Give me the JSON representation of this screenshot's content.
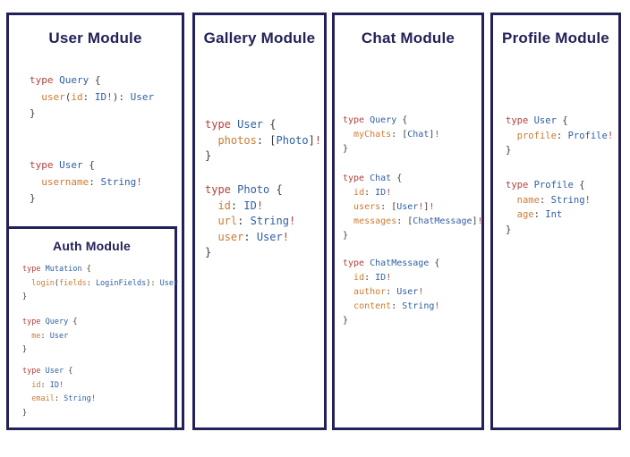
{
  "palette": {
    "navy_border_and_titles": "#222158",
    "keyword_red": "#b4403d",
    "type_blue": "#2e5fa3",
    "field_orange": "#cd7b32",
    "punctuation_dark": "#3d3d3d",
    "background": "#ffffff"
  },
  "modules": [
    {
      "title": "User Module",
      "blocks": [
        {
          "lines": [
            [
              [
                "kw",
                "type "
              ],
              [
                "ty",
                "Query "
              ],
              [
                "pn",
                "{"
              ]
            ],
            [
              [
                "pn",
                "  "
              ],
              [
                "fd",
                "user"
              ],
              [
                "pn",
                "("
              ],
              [
                "fd",
                "id"
              ],
              [
                "pn",
                ": "
              ],
              [
                "ty",
                "ID"
              ],
              [
                "bg",
                "!"
              ],
              [
                "pn",
                "): "
              ],
              [
                "ty",
                "User"
              ]
            ],
            [
              [
                "pn",
                "}"
              ]
            ]
          ]
        },
        {
          "lines": [
            [
              [
                "kw",
                "type "
              ],
              [
                "ty",
                "User "
              ],
              [
                "pn",
                "{"
              ]
            ],
            [
              [
                "pn",
                "  "
              ],
              [
                "fd",
                "username"
              ],
              [
                "pn",
                ": "
              ],
              [
                "ty",
                "String"
              ],
              [
                "bg",
                "!"
              ]
            ],
            [
              [
                "pn",
                "}"
              ]
            ]
          ]
        }
      ]
    },
    {
      "title": "Auth Module",
      "blocks": [
        {
          "lines": [
            [
              [
                "kw",
                "type "
              ],
              [
                "ty",
                "Mutation "
              ],
              [
                "pn",
                "{"
              ]
            ],
            [
              [
                "pn",
                "  "
              ],
              [
                "fd",
                "login"
              ],
              [
                "pn",
                "("
              ],
              [
                "fd",
                "fields"
              ],
              [
                "pn",
                ": "
              ],
              [
                "ty",
                "LoginFields"
              ],
              [
                "pn",
                "): "
              ],
              [
                "ty",
                "User"
              ]
            ],
            [
              [
                "pn",
                "}"
              ]
            ]
          ]
        },
        {
          "lines": [
            [
              [
                "kw",
                "type "
              ],
              [
                "ty",
                "Query "
              ],
              [
                "pn",
                "{"
              ]
            ],
            [
              [
                "pn",
                "  "
              ],
              [
                "fd",
                "me"
              ],
              [
                "pn",
                ": "
              ],
              [
                "ty",
                "User"
              ]
            ],
            [
              [
                "pn",
                "}"
              ]
            ]
          ]
        },
        {
          "lines": [
            [
              [
                "kw",
                "type "
              ],
              [
                "ty",
                "User "
              ],
              [
                "pn",
                "{"
              ]
            ],
            [
              [
                "pn",
                "  "
              ],
              [
                "fd",
                "id"
              ],
              [
                "pn",
                ": "
              ],
              [
                "ty",
                "ID"
              ],
              [
                "bg",
                "!"
              ]
            ],
            [
              [
                "pn",
                "  "
              ],
              [
                "fd",
                "email"
              ],
              [
                "pn",
                ": "
              ],
              [
                "ty",
                "String"
              ],
              [
                "bg",
                "!"
              ]
            ],
            [
              [
                "pn",
                "}"
              ]
            ]
          ]
        }
      ]
    },
    {
      "title": "Gallery Module",
      "blocks": [
        {
          "lines": [
            [
              [
                "kw",
                "type "
              ],
              [
                "ty",
                "User "
              ],
              [
                "pn",
                "{"
              ]
            ],
            [
              [
                "pn",
                "  "
              ],
              [
                "fd",
                "photos"
              ],
              [
                "pn",
                ": ["
              ],
              [
                "ty",
                "Photo"
              ],
              [
                "pn",
                "]"
              ],
              [
                "bg",
                "!"
              ]
            ],
            [
              [
                "pn",
                "}"
              ]
            ]
          ]
        },
        {
          "lines": [
            [
              [
                "kw",
                "type "
              ],
              [
                "ty",
                "Photo "
              ],
              [
                "pn",
                "{"
              ]
            ],
            [
              [
                "pn",
                "  "
              ],
              [
                "fd",
                "id"
              ],
              [
                "pn",
                ": "
              ],
              [
                "ty",
                "ID"
              ],
              [
                "bg",
                "!"
              ]
            ],
            [
              [
                "pn",
                "  "
              ],
              [
                "fd",
                "url"
              ],
              [
                "pn",
                ": "
              ],
              [
                "ty",
                "String"
              ],
              [
                "bg",
                "!"
              ]
            ],
            [
              [
                "pn",
                "  "
              ],
              [
                "fd",
                "user"
              ],
              [
                "pn",
                ": "
              ],
              [
                "ty",
                "User"
              ],
              [
                "bg",
                "!"
              ]
            ],
            [
              [
                "pn",
                "}"
              ]
            ]
          ]
        }
      ]
    },
    {
      "title": "Chat Module",
      "blocks": [
        {
          "lines": [
            [
              [
                "kw",
                "type "
              ],
              [
                "ty",
                "Query "
              ],
              [
                "pn",
                "{"
              ]
            ],
            [
              [
                "pn",
                "  "
              ],
              [
                "fd",
                "myChats"
              ],
              [
                "pn",
                ": ["
              ],
              [
                "ty",
                "Chat"
              ],
              [
                "pn",
                "]"
              ],
              [
                "bg",
                "!"
              ]
            ],
            [
              [
                "pn",
                "}"
              ]
            ]
          ]
        },
        {
          "lines": [
            [
              [
                "kw",
                "type "
              ],
              [
                "ty",
                "Chat "
              ],
              [
                "pn",
                "{"
              ]
            ],
            [
              [
                "pn",
                "  "
              ],
              [
                "fd",
                "id"
              ],
              [
                "pn",
                ": "
              ],
              [
                "ty",
                "ID"
              ],
              [
                "bg",
                "!"
              ]
            ],
            [
              [
                "pn",
                "  "
              ],
              [
                "fd",
                "users"
              ],
              [
                "pn",
                ": ["
              ],
              [
                "ty",
                "User"
              ],
              [
                "bg",
                "!"
              ],
              [
                "pn",
                "]"
              ],
              [
                "bg",
                "!"
              ]
            ],
            [
              [
                "pn",
                "  "
              ],
              [
                "fd",
                "messages"
              ],
              [
                "pn",
                ": ["
              ],
              [
                "ty",
                "ChatMessage"
              ],
              [
                "pn",
                "]"
              ],
              [
                "bg",
                "!"
              ]
            ],
            [
              [
                "pn",
                "}"
              ]
            ]
          ]
        },
        {
          "lines": [
            [
              [
                "kw",
                "type "
              ],
              [
                "ty",
                "ChatMessage "
              ],
              [
                "pn",
                "{"
              ]
            ],
            [
              [
                "pn",
                "  "
              ],
              [
                "fd",
                "id"
              ],
              [
                "pn",
                ": "
              ],
              [
                "ty",
                "ID"
              ],
              [
                "bg",
                "!"
              ]
            ],
            [
              [
                "pn",
                "  "
              ],
              [
                "fd",
                "author"
              ],
              [
                "pn",
                ": "
              ],
              [
                "ty",
                "User"
              ],
              [
                "bg",
                "!"
              ]
            ],
            [
              [
                "pn",
                "  "
              ],
              [
                "fd",
                "content"
              ],
              [
                "pn",
                ": "
              ],
              [
                "ty",
                "String"
              ],
              [
                "bg",
                "!"
              ]
            ],
            [
              [
                "pn",
                "}"
              ]
            ]
          ]
        }
      ]
    },
    {
      "title": "Profile Module",
      "blocks": [
        {
          "lines": [
            [
              [
                "kw",
                "type "
              ],
              [
                "ty",
                "User "
              ],
              [
                "pn",
                "{"
              ]
            ],
            [
              [
                "pn",
                "  "
              ],
              [
                "fd",
                "profile"
              ],
              [
                "pn",
                ": "
              ],
              [
                "ty",
                "Profile"
              ],
              [
                "bg",
                "!"
              ]
            ],
            [
              [
                "pn",
                "}"
              ]
            ]
          ]
        },
        {
          "lines": [
            [
              [
                "kw",
                "type "
              ],
              [
                "ty",
                "Profile "
              ],
              [
                "pn",
                "{"
              ]
            ],
            [
              [
                "pn",
                "  "
              ],
              [
                "fd",
                "name"
              ],
              [
                "pn",
                ": "
              ],
              [
                "ty",
                "String"
              ],
              [
                "bg",
                "!"
              ]
            ],
            [
              [
                "pn",
                "  "
              ],
              [
                "fd",
                "age"
              ],
              [
                "pn",
                ": "
              ],
              [
                "ty",
                "Int"
              ]
            ],
            [
              [
                "pn",
                "}"
              ]
            ]
          ]
        }
      ]
    }
  ]
}
